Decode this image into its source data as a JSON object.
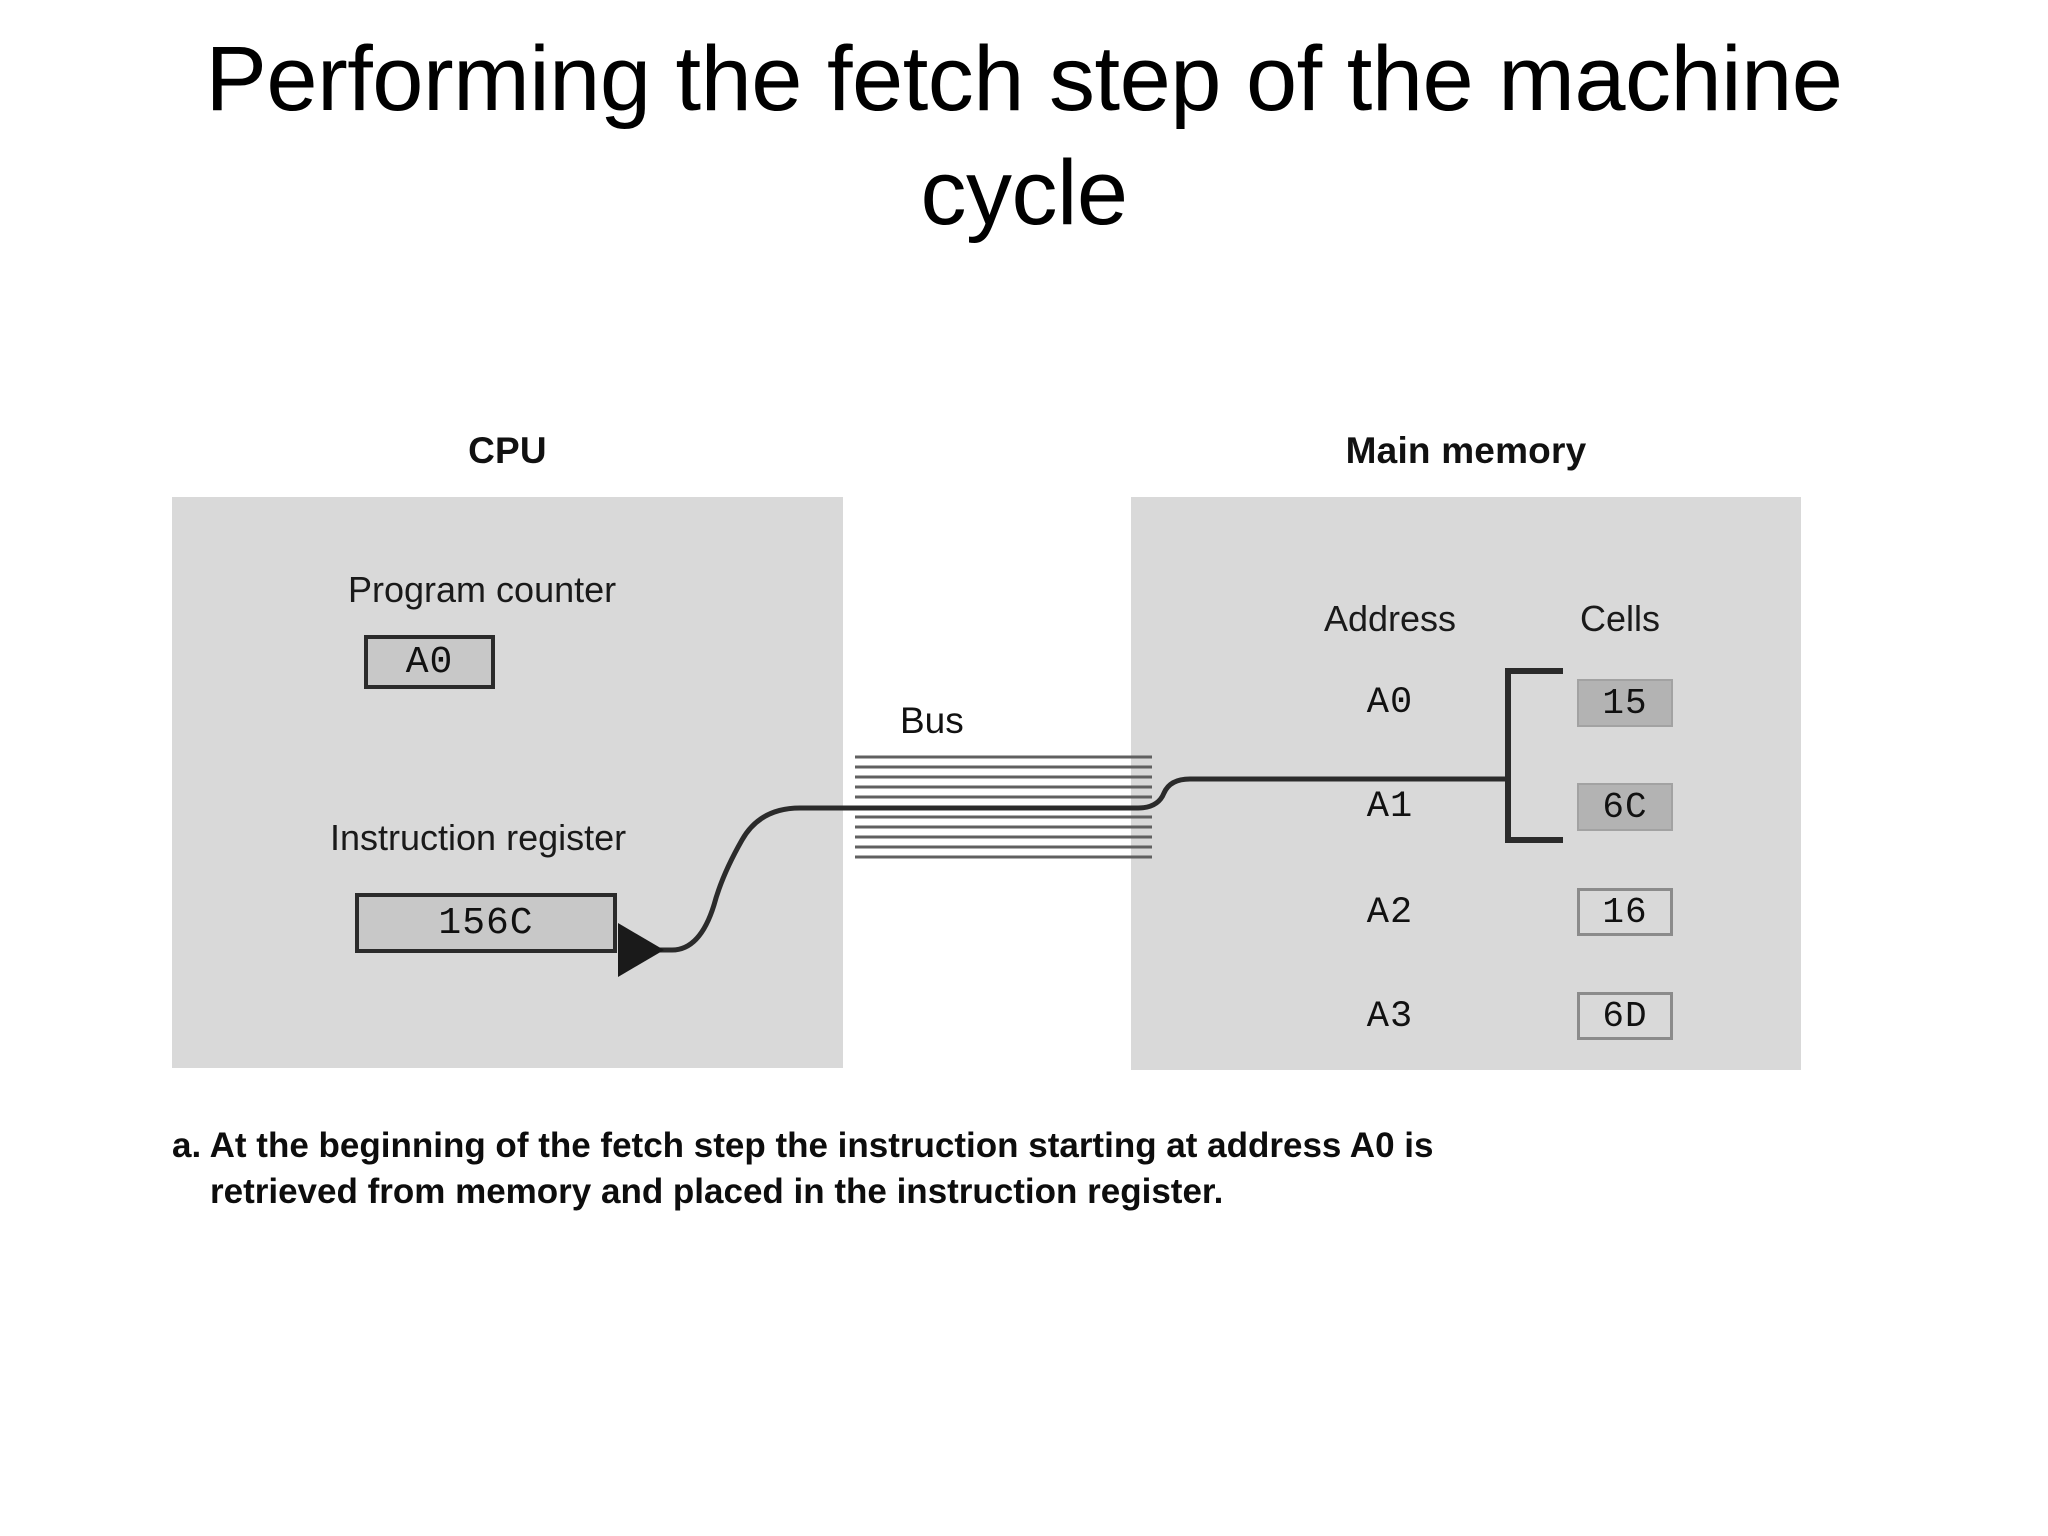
{
  "slide": {
    "title": "Performing the fetch step of the machine cycle"
  },
  "figure": {
    "cpu": {
      "label": "CPU",
      "program_counter": {
        "label": "Program counter",
        "value": "A0"
      },
      "instruction_register": {
        "label": "Instruction register",
        "value": "156C"
      }
    },
    "bus": {
      "label": "Bus",
      "line_count": 11
    },
    "memory": {
      "label": "Main memory",
      "columns": {
        "address": "Address",
        "cells": "Cells"
      },
      "rows": [
        {
          "address": "A0",
          "cell": "15",
          "highlighted": true
        },
        {
          "address": "A1",
          "cell": "6C",
          "highlighted": true
        },
        {
          "address": "A2",
          "cell": "16",
          "highlighted": false
        },
        {
          "address": "A3",
          "cell": "6D",
          "highlighted": false
        }
      ]
    },
    "caption": {
      "marker": "a.",
      "line1": "At the beginning of the fetch step the instruction starting at address A0 is",
      "line2": "retrieved from memory and placed in the instruction register."
    }
  },
  "colors": {
    "unit_fill": "#d9d9d9",
    "register_fill": "#c8c8c8",
    "register_border": "#2b2b2b",
    "cell_active_fill": "#b3b3b3",
    "cell_idle_border": "#8b8b8b",
    "wire": "#3a3a3a",
    "text": "#111111",
    "page_background": "#ffffff"
  }
}
